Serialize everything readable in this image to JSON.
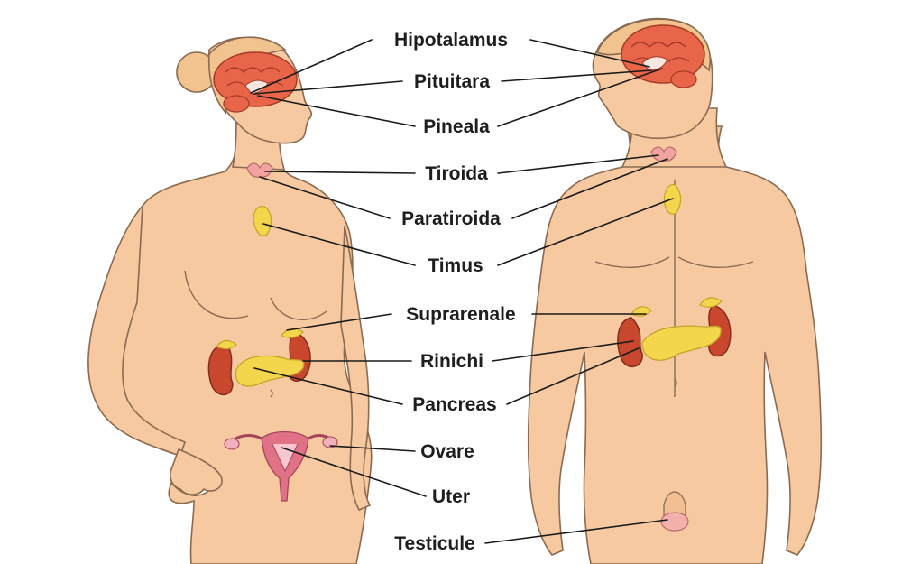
{
  "labels": {
    "hypothalamus": "Hipotalamus",
    "pituitary": "Pituitara",
    "pineal": "Pineala",
    "thyroid": "Tiroida",
    "parathyroid": "Paratiroida",
    "thymus": "Timus",
    "adrenal": "Suprarenale",
    "kidneys": "Rinichi",
    "pancreas": "Pancreas",
    "ovaries": "Ovare",
    "uterus": "Uter",
    "testicles": "Testicule"
  },
  "colors": {
    "skin": "#f6c9a0",
    "outline": "#8a6a50",
    "brain": "#e8654a",
    "gland_yellow": "#f3d64c",
    "kidney": "#c8472d",
    "thyroid_pink": "#f0a3a0",
    "uterus": "#e07186",
    "leader": "#1a1a1a"
  }
}
